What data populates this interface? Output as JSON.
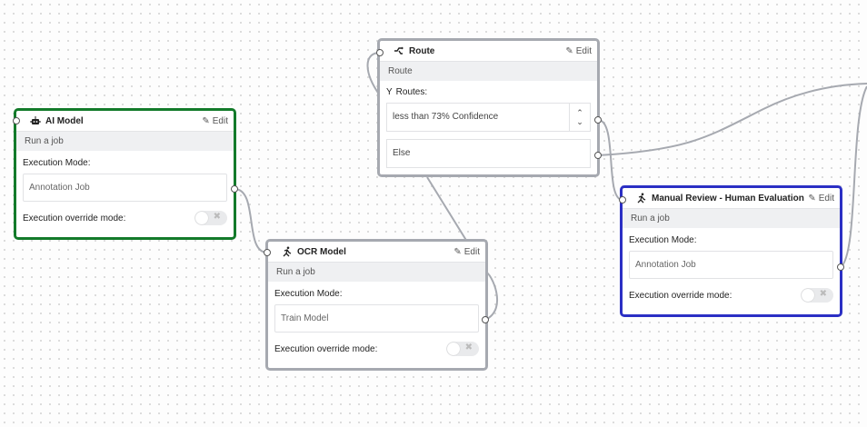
{
  "edit_label": "Edit",
  "ai_model": {
    "title": "AI Model",
    "subtitle": "Run a job",
    "mode_label": "Execution Mode:",
    "mode_value": "Annotation Job",
    "override_label": "Execution override mode:",
    "override_on": false,
    "icon": "robot-icon",
    "border_color": "#137a2a"
  },
  "route": {
    "title": "Route",
    "subtitle": "Route",
    "routes_label": "Routes:",
    "items": [
      "less than 73% Confidence",
      "Else"
    ],
    "icon": "route-icon"
  },
  "ocr_model": {
    "title": "OCR Model",
    "subtitle": "Run a job",
    "mode_label": "Execution Mode:",
    "mode_value": "Train Model",
    "override_label": "Execution override mode:",
    "override_on": false,
    "icon": "runner-icon"
  },
  "manual_review": {
    "title": "Manual Review - Human Evaluation",
    "subtitle": "Run a job",
    "mode_label": "Execution Mode:",
    "mode_value": "Annotation Job",
    "override_label": "Execution override mode:",
    "override_on": false,
    "icon": "runner-icon",
    "border_color": "#2b2fc4"
  }
}
